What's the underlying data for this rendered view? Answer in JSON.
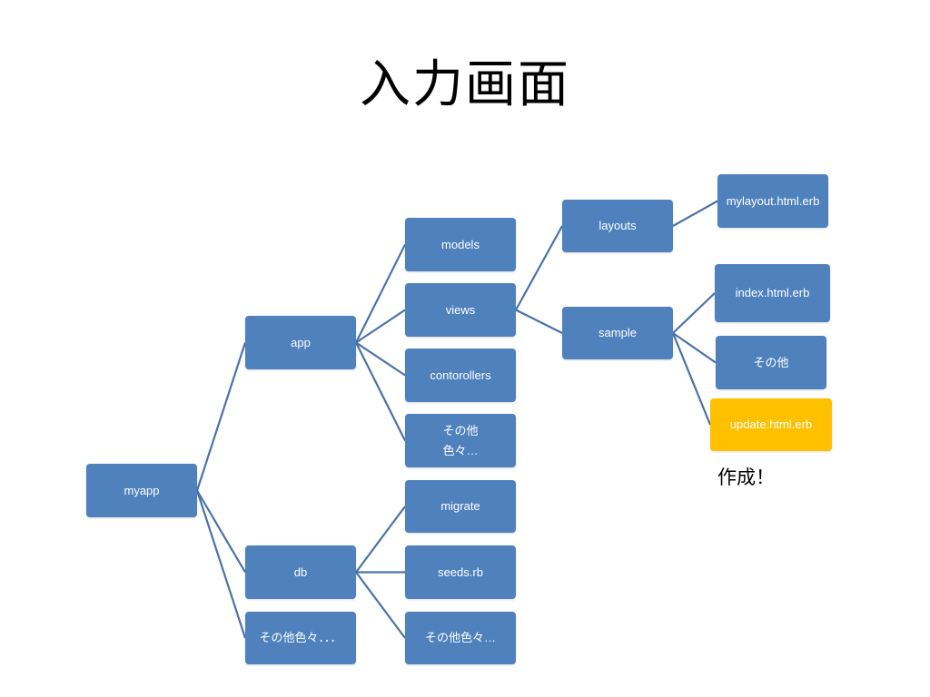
{
  "slide": {
    "title": "入力画面",
    "note": "作成！"
  },
  "colors": {
    "node_fill": "#4f81bd",
    "highlight_fill": "#ffc000",
    "connector": "#4a72a8",
    "text": "#ffffff"
  },
  "nodes": {
    "myapp": "myapp",
    "app": "app",
    "db": "db",
    "root_other": "その他色々．．．",
    "models": "models",
    "views": "views",
    "controllers": "contorollers",
    "app_other": "その他\n色々…",
    "migrate": "migrate",
    "seeds": "seeds.rb",
    "db_other": "その他色々…",
    "layouts": "layouts",
    "sample": "sample",
    "mylayout": "mylayout.html.erb",
    "index": "index.html.erb",
    "sample_other": "その他",
    "update": "update.html.erb"
  },
  "edges": [
    [
      "myapp",
      "app"
    ],
    [
      "myapp",
      "db"
    ],
    [
      "myapp",
      "root_other"
    ],
    [
      "app",
      "models"
    ],
    [
      "app",
      "views"
    ],
    [
      "app",
      "controllers"
    ],
    [
      "app",
      "app_other"
    ],
    [
      "db",
      "migrate"
    ],
    [
      "db",
      "seeds"
    ],
    [
      "db",
      "db_other"
    ],
    [
      "views",
      "layouts"
    ],
    [
      "views",
      "sample"
    ],
    [
      "layouts",
      "mylayout"
    ],
    [
      "sample",
      "index"
    ],
    [
      "sample",
      "sample_other"
    ],
    [
      "sample",
      "update"
    ]
  ]
}
